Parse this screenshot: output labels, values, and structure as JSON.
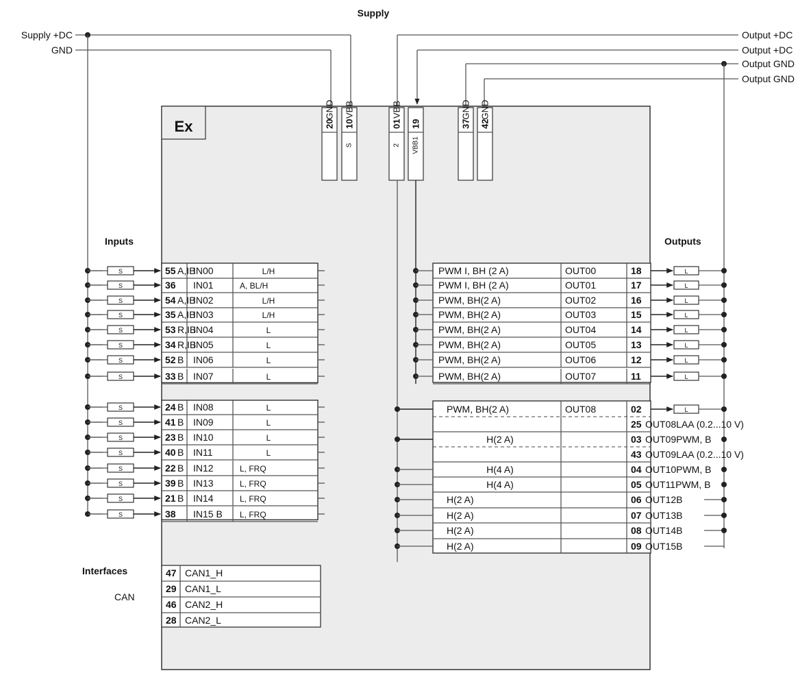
{
  "supply": {
    "title": "Supply",
    "left_lines": [
      "Supply +DC",
      "GND"
    ],
    "right_lines": [
      "Output +DC",
      "Output +DC",
      "Output GND",
      "Output GND"
    ]
  },
  "module": {
    "label": "Ex"
  },
  "top_pins": [
    {
      "num": "20",
      "name": "GND",
      "sub": ""
    },
    {
      "num": "10",
      "name": "VBB",
      "sub": "S"
    },
    {
      "num": "01",
      "name": "VBB",
      "sub": "2"
    },
    {
      "num": "19",
      "name": "",
      "sub": "VBB1"
    },
    {
      "num": "37",
      "name": "GND",
      "sub": ""
    },
    {
      "num": "42",
      "name": "GND",
      "sub": ""
    }
  ],
  "sections": {
    "inputs": "Inputs",
    "outputs": "Outputs",
    "interfaces": "Interfaces",
    "can": "CAN"
  },
  "input_marker": "S",
  "output_marker": "L",
  "inputs": [
    {
      "pin": "55",
      "prefix": "A,IB",
      "name": "IN00",
      "func": "L/H"
    },
    {
      "pin": "36",
      "prefix": "",
      "name": "IN01",
      "func": "A, BL/H"
    },
    {
      "pin": "54",
      "prefix": "A,IB",
      "name": "IN02",
      "func": "L/H"
    },
    {
      "pin": "35",
      "prefix": "A,IB",
      "name": "IN03",
      "func": "L/H"
    },
    {
      "pin": "53",
      "prefix": "R,IB",
      "name": "IN04",
      "func": "L"
    },
    {
      "pin": "34",
      "prefix": "R,IB",
      "name": "IN05",
      "func": "L"
    },
    {
      "pin": "52",
      "prefix": "B",
      "name": "IN06",
      "func": "L"
    },
    {
      "pin": "33",
      "prefix": "B",
      "name": "IN07",
      "func": "L"
    },
    {
      "pin": "24",
      "prefix": "B",
      "name": "IN08",
      "func": "L"
    },
    {
      "pin": "41",
      "prefix": "B",
      "name": "IN09",
      "func": "L"
    },
    {
      "pin": "23",
      "prefix": "B",
      "name": "IN10",
      "func": "L"
    },
    {
      "pin": "40",
      "prefix": "B",
      "name": "IN11",
      "func": "L"
    },
    {
      "pin": "22",
      "prefix": "B",
      "name": "IN12",
      "func": "L, FRQ"
    },
    {
      "pin": "39",
      "prefix": "B",
      "name": "IN13",
      "func": "L, FRQ"
    },
    {
      "pin": "21",
      "prefix": "B",
      "name": "IN14",
      "func": "L, FRQ"
    },
    {
      "pin": "38",
      "prefix": "",
      "name": "IN15 B",
      "func": "L, FRQ"
    }
  ],
  "outputs_upper": [
    {
      "desc": "PWM I, BH (2 A)",
      "name": "OUT00",
      "pin": "18"
    },
    {
      "desc": "PWM I, BH (2 A)",
      "name": "OUT01",
      "pin": "17"
    },
    {
      "desc": "PWM, BH(2 A)",
      "name": "OUT02",
      "pin": "16"
    },
    {
      "desc": "PWM, BH(2 A)",
      "name": "OUT03",
      "pin": "15"
    },
    {
      "desc": "PWM, BH(2 A)",
      "name": "OUT04",
      "pin": "14"
    },
    {
      "desc": "PWM, BH(2 A)",
      "name": "OUT05",
      "pin": "13"
    },
    {
      "desc": "PWM, BH(2 A)",
      "name": "OUT06",
      "pin": "12"
    },
    {
      "desc": "PWM, BH(2 A)",
      "name": "OUT07",
      "pin": "11"
    }
  ],
  "outputs_lower": [
    {
      "desc": "PWM, BH(2 A)",
      "name": "OUT08",
      "pin": "02",
      "ext": ""
    },
    {
      "desc": "",
      "name": "",
      "pin": "25",
      "ext": "OUT08LAA (0.2...10 V)"
    },
    {
      "desc": "H(2 A)",
      "name": "",
      "pin": "03",
      "ext": "OUT09PWM, B"
    },
    {
      "desc": "",
      "name": "",
      "pin": "43",
      "ext": "OUT09LAA (0.2...10 V)"
    },
    {
      "desc": "H(4 A)",
      "name": "",
      "pin": "04",
      "ext": "OUT10PWM, B"
    },
    {
      "desc": "H(4 A)",
      "name": "",
      "pin": "05",
      "ext": "OUT11PWM, B"
    },
    {
      "desc": "H(2 A)",
      "name": "",
      "pin": "06",
      "ext": "OUT12B"
    },
    {
      "desc": "H(2 A)",
      "name": "",
      "pin": "07",
      "ext": "OUT13B"
    },
    {
      "desc": "H(2 A)",
      "name": "",
      "pin": "08",
      "ext": "OUT14B"
    },
    {
      "desc": "H(2 A)",
      "name": "",
      "pin": "09",
      "ext": "OUT15B"
    }
  ],
  "can": [
    {
      "pin": "47",
      "name": "CAN1_H"
    },
    {
      "pin": "29",
      "name": "CAN1_L"
    },
    {
      "pin": "46",
      "name": "CAN2_H"
    },
    {
      "pin": "28",
      "name": "CAN2_L"
    }
  ]
}
